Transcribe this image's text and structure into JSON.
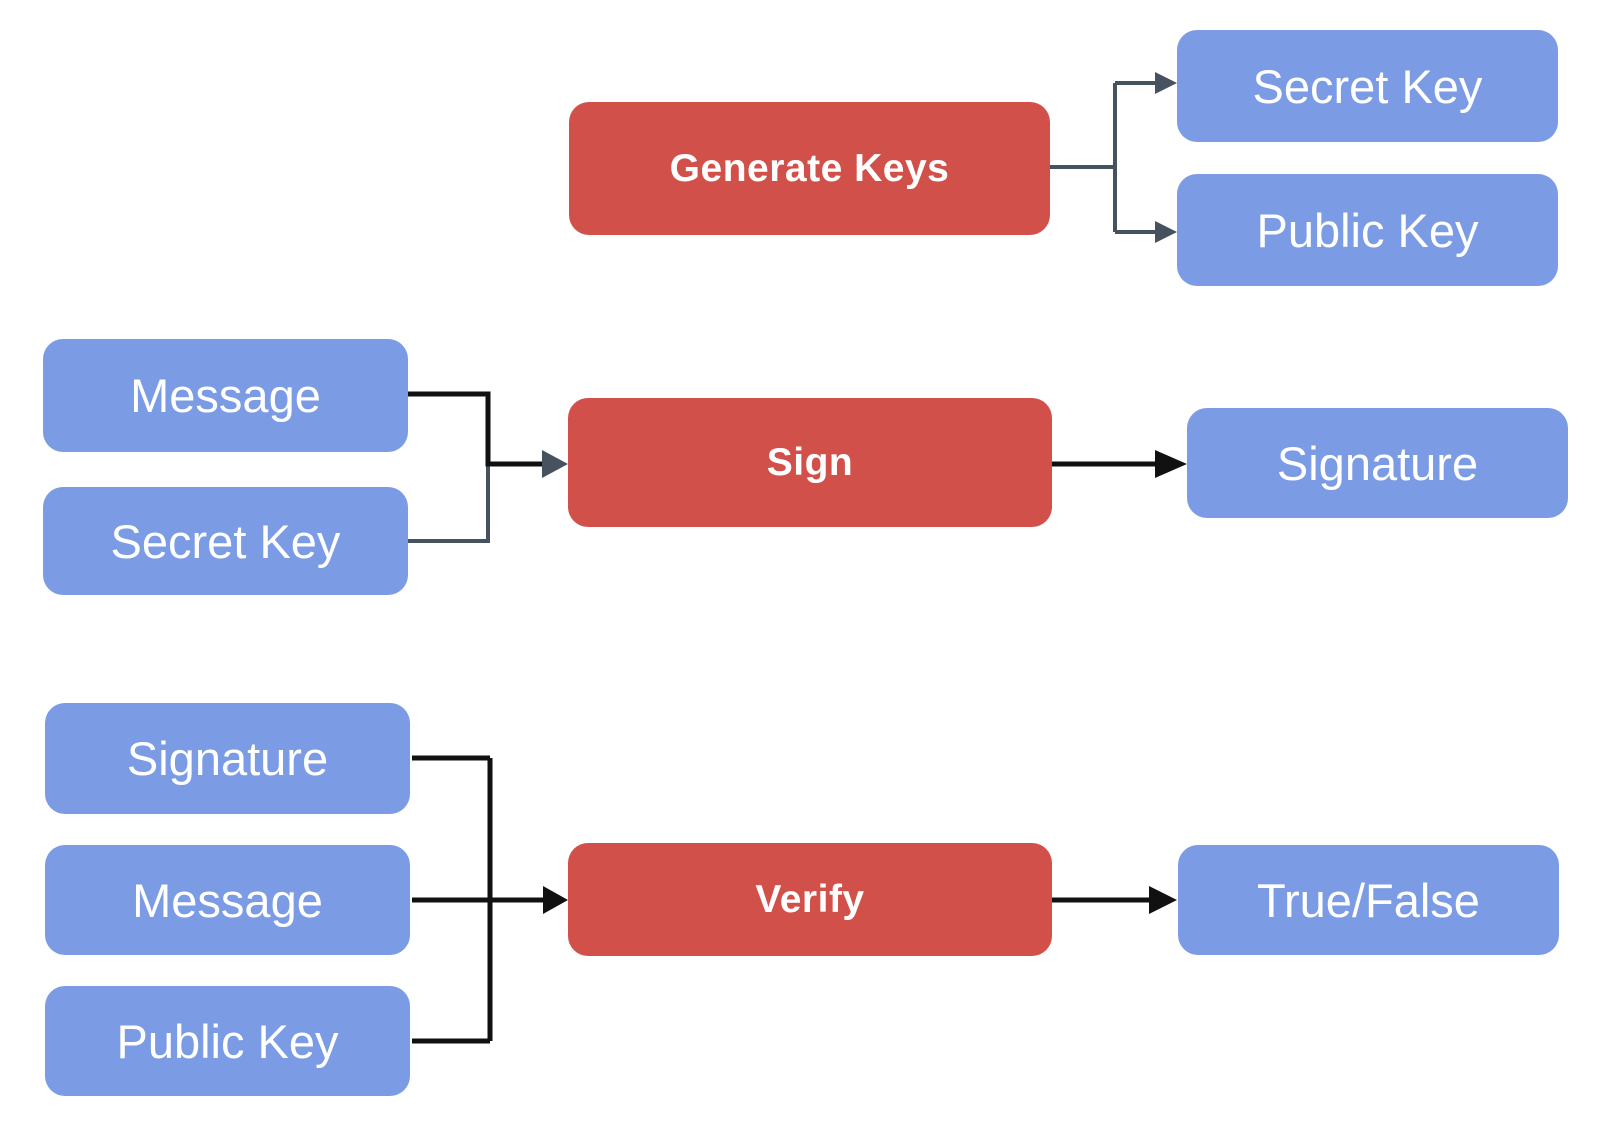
{
  "diagram": {
    "rows": {
      "generate": {
        "process": "Generate Keys",
        "outputs": [
          "Secret Key",
          "Public Key"
        ]
      },
      "sign": {
        "inputs": [
          "Message",
          "Secret Key"
        ],
        "process": "Sign",
        "output": "Signature"
      },
      "verify": {
        "inputs": [
          "Signature",
          "Message",
          "Public Key"
        ],
        "process": "Verify",
        "output": "True/False"
      }
    },
    "colors": {
      "process_fill": "#d2504a",
      "data_fill": "#7b9be4",
      "connector_slate": "#47525f",
      "connector_black": "#111111",
      "label_text": "#ffffff"
    }
  }
}
